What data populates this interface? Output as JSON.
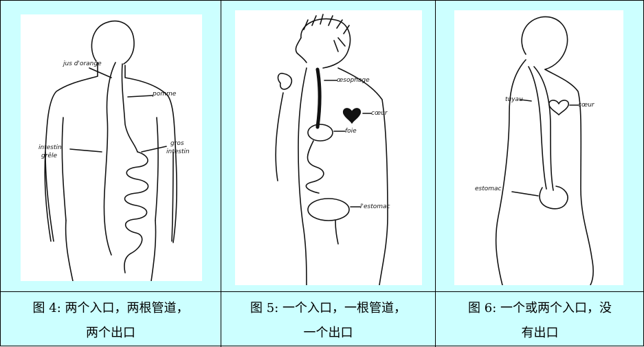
{
  "figures": [
    {
      "caption_line1": "图 4: 两个入口，两根管道，",
      "caption_line2": "两个出口",
      "labels": {
        "juice": "jus d'orange",
        "apple": "pomme",
        "small_intestine_1": "intestin",
        "small_intestine_2": "grêle",
        "large_intestine_1": "gros",
        "large_intestine_2": "intestin"
      }
    },
    {
      "caption_line1": "图 5: 一个入口，一根管道，",
      "caption_line2": "一个出口",
      "labels": {
        "esophagus": "œsophage",
        "heart": "cœur",
        "liver": "foie",
        "stomach": "l'estomac"
      }
    },
    {
      "caption_line1": "图 6: 一个或两个入口，没",
      "caption_line2": "有出口",
      "labels": {
        "tube": "tuyau",
        "heart": "cœur",
        "stomach": "estomac"
      }
    }
  ]
}
